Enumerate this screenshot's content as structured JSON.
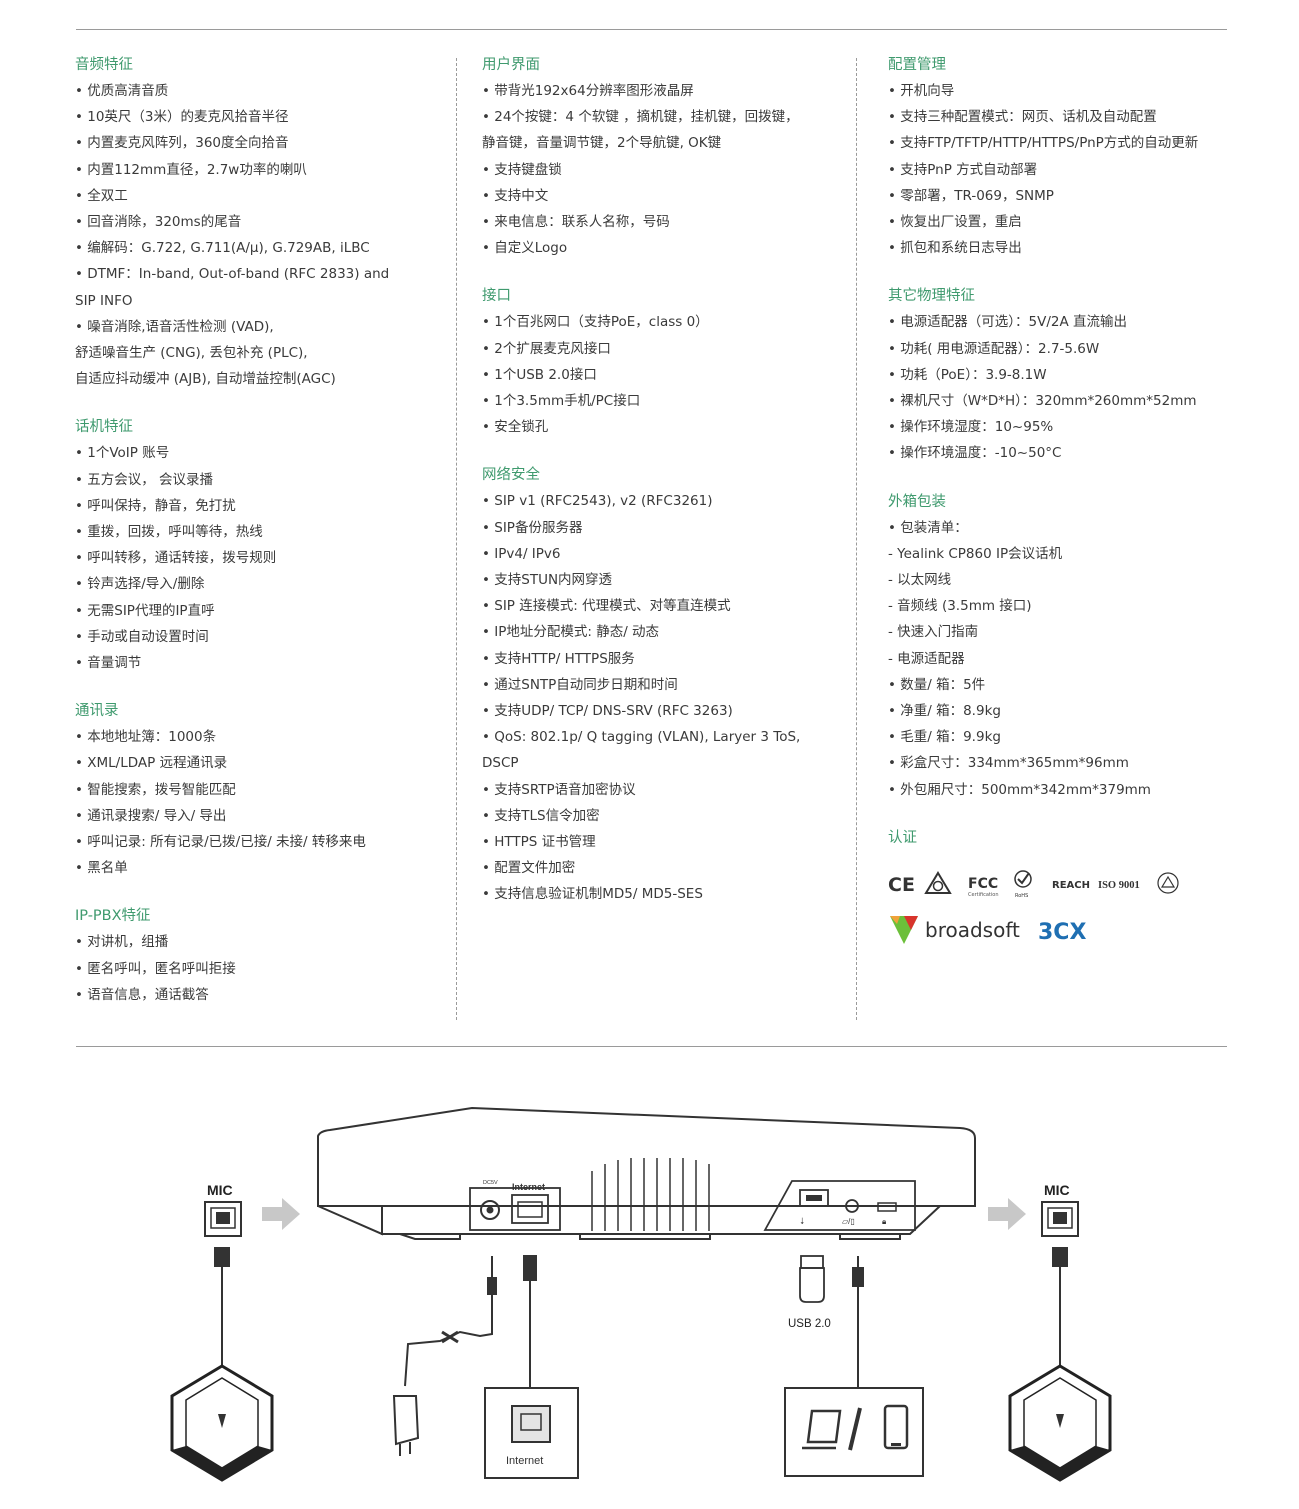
{
  "columns": [
    {
      "sections": [
        {
          "title": "音频特征",
          "items": [
            "• 优质高清音质",
            "• 10英尺（3米）的麦克风拾音半径",
            "• 内置麦克风阵列，360度全向拾音",
            "• 内置112mm直径，2.7w功率的喇叭",
            "• 全双工",
            "• 回音消除，320ms的尾音",
            "• 编解码：G.722, G.711(A/μ), G.729AB, iLBC",
            "• DTMF：In-band, Out-of-band (RFC 2833) and",
            "  SIP INFO",
            "• 噪音消除,语音活性检测 (VAD),",
            "  舒适噪音生产 (CNG), 丢包补充 (PLC),",
            "  自适应抖动缓冲 (AJB), 自动增益控制(AGC)"
          ]
        },
        {
          "title": "话机特征",
          "items": [
            "• 1个VoIP 账号",
            "• 五方会议， 会议录播",
            "• 呼叫保持，静音，免打扰",
            "• 重拨，回拨，呼叫等待，热线",
            "• 呼叫转移，通话转接，拨号规则",
            "• 铃声选择/导入/删除",
            "• 无需SIP代理的IP直呼",
            "• 手动或自动设置时间",
            "• 音量调节"
          ]
        },
        {
          "title": "通讯录",
          "items": [
            "• 本地地址簿：1000条",
            "• XML/LDAP 远程通讯录",
            "• 智能搜索，拨号智能匹配",
            "• 通讯录搜索/ 导入/ 导出",
            "• 呼叫记录: 所有记录/已拨/已接/ 未接/ 转移来电",
            "• 黑名单"
          ]
        },
        {
          "title": "IP-PBX特征",
          "items": [
            "• 对讲机，组播",
            "• 匿名呼叫，匿名呼叫拒接",
            "• 语音信息，通话截答"
          ]
        }
      ]
    },
    {
      "sections": [
        {
          "title": "用户界面",
          "items": [
            "• 带背光192x64分辨率图形液晶屏",
            "• 24个按键：4 个软键 ，摘机键，挂机键，回拨键，",
            "  静音键，音量调节键，2个导航键, OK键",
            "• 支持键盘锁",
            "• 支持中文",
            "• 来电信息：联系人名称，号码",
            "• 自定义Logo"
          ]
        },
        {
          "title": "接口",
          "items": [
            "• 1个百兆网口（支持PoE，class 0）",
            "• 2个扩展麦克风接口",
            "• 1个USB 2.0接口",
            "• 1个3.5mm手机/PC接口",
            "• 安全锁孔"
          ]
        },
        {
          "title": "网络安全",
          "items": [
            "• SIP v1 (RFC2543), v2 (RFC3261)",
            "• SIP备份服务器",
            "• IPv4/ IPv6",
            "• 支持STUN内网穿透",
            "• SIP 连接模式: 代理模式、对等直连模式",
            "• IP地址分配模式: 静态/ 动态",
            "• 支持HTTP/ HTTPS服务",
            "• 通过SNTP自动同步日期和时间",
            "• 支持UDP/ TCP/ DNS-SRV (RFC 3263)",
            "• QoS: 802.1p/ Q tagging (VLAN), Laryer 3 ToS,",
            "  DSCP",
            "• 支持SRTP语音加密协议",
            "• 支持TLS信令加密",
            "• HTTPS 证书管理",
            "• 配置文件加密",
            "• 支持信息验证机制MD5/ MD5-SES"
          ]
        }
      ]
    },
    {
      "sections": [
        {
          "title": "配置管理",
          "items": [
            "• 开机向导",
            "• 支持三种配置模式：网页、话机及自动配置",
            "• 支持FTP/TFTP/HTTP/HTTPS/PnP方式的自动更新",
            "• 支持PnP 方式自动部署",
            "• 零部署，TR-069，SNMP",
            "• 恢复出厂设置，重启",
            "• 抓包和系统日志导出"
          ]
        },
        {
          "title": "其它物理特征",
          "items": [
            "• 电源适配器（可选）：5V/2A 直流输出",
            "• 功耗( 用电源适配器）：2.7-5.6W",
            "• 功耗（PoE）：3.9-8.1W",
            "• 裸机尺寸（W*D*H）：320mm*260mm*52mm",
            "• 操作环境湿度：10~95%",
            "• 操作环境温度：-10~50°C"
          ]
        },
        {
          "title": "外箱包装",
          "items": [
            "• 包装清单：",
            " - Yealink CP860 IP会议话机",
            " - 以太网线",
            " - 音频线 (3.5mm 接口)",
            " - 快速入门指南",
            " - 电源适配器",
            "• 数量/ 箱：5件",
            "• 净重/ 箱：8.9kg",
            "• 毛重/ 箱：9.9kg",
            "• 彩盒尺寸：334mm*365mm*96mm",
            "• 外包厢尺寸：500mm*342mm*379mm"
          ]
        },
        {
          "title": "认证",
          "items": []
        }
      ]
    }
  ],
  "certifications": {
    "ce": "CE",
    "fcc": "FCC",
    "fcc_sub": "Certification",
    "rohs": "RoHS",
    "reach": "REACH",
    "iso": "ISO 9001"
  },
  "partners": {
    "broadsoft": "broadsoft",
    "threecx": "3CX"
  },
  "diagram": {
    "mic_left": "MIC",
    "mic_right": "MIC",
    "port_dc": "DC5V",
    "port_internet": "Internet",
    "usb_label": "USB 2.0",
    "internet_box": "Internet"
  },
  "colors": {
    "accent": "#3f9a6e",
    "text": "#3a3a3a",
    "line": "#9a9a9a",
    "broadsoft_green": "#6cbf3a",
    "broadsoft_red": "#d8342c",
    "threecx_blue": "#1f6fb2"
  }
}
